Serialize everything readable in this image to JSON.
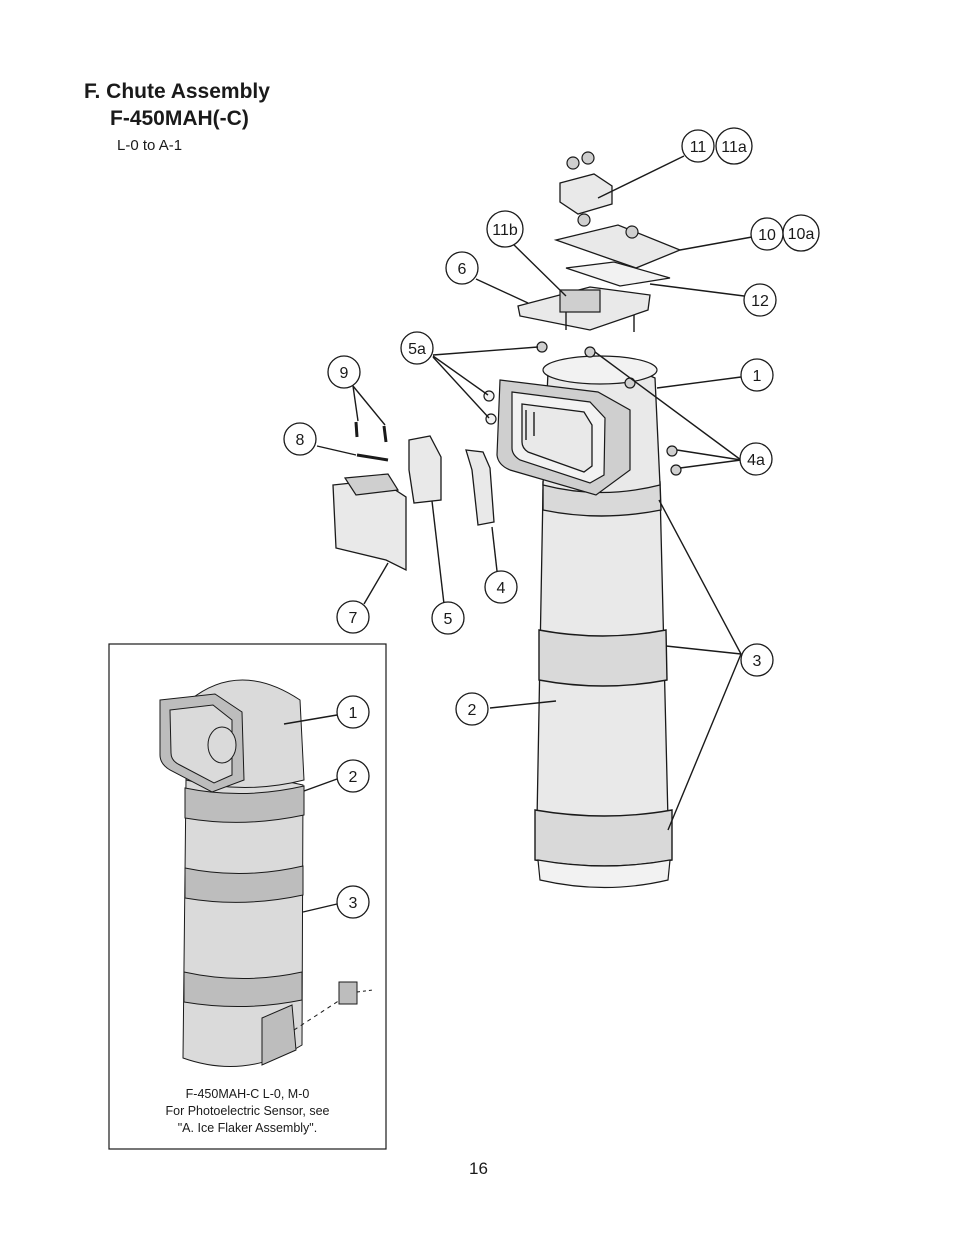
{
  "header": {
    "title": "F. Chute Assembly",
    "model": "F-450MAH(-C)",
    "serial_range": "L-0 to A-1"
  },
  "callouts": {
    "c11": "11",
    "c11a": "11a",
    "c10": "10",
    "c10a": "10a",
    "c11b": "11b",
    "c6": "6",
    "c12": "12",
    "c5a": "5a",
    "c1": "1",
    "c9": "9",
    "c8": "8",
    "c4a": "4a",
    "c4": "4",
    "c7": "7",
    "c5": "5",
    "c3": "3",
    "c2": "2"
  },
  "inset": {
    "callouts": {
      "c1": "1",
      "c2": "2",
      "c3": "3"
    },
    "caption_line1": "F-450MAH-C  L-0, M-0",
    "caption_line2": "For Photoelectric Sensor, see",
    "caption_line3": "\"A. Ice Flaker Assembly\"."
  },
  "footer": {
    "page_number": "16"
  }
}
